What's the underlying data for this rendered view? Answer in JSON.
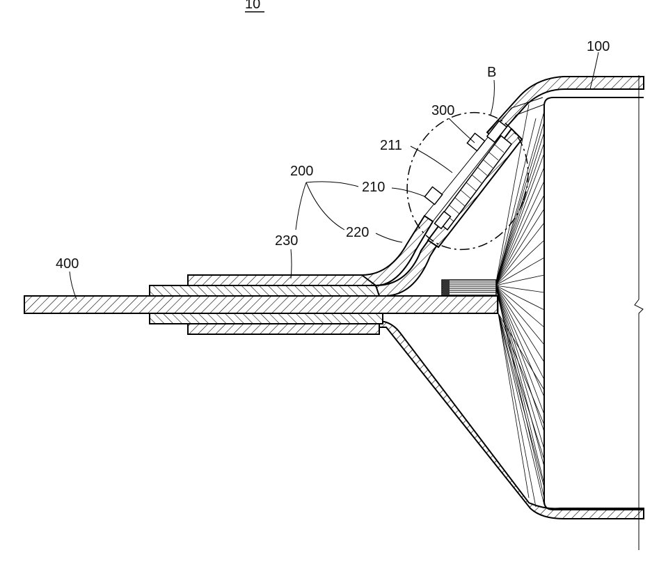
{
  "figure": {
    "title": "10",
    "labels": {
      "l100": "100",
      "lB": "B",
      "l300": "300",
      "l211": "211",
      "l200": "200",
      "l210": "210",
      "l220": "220",
      "l230": "230",
      "l400": "400"
    }
  }
}
